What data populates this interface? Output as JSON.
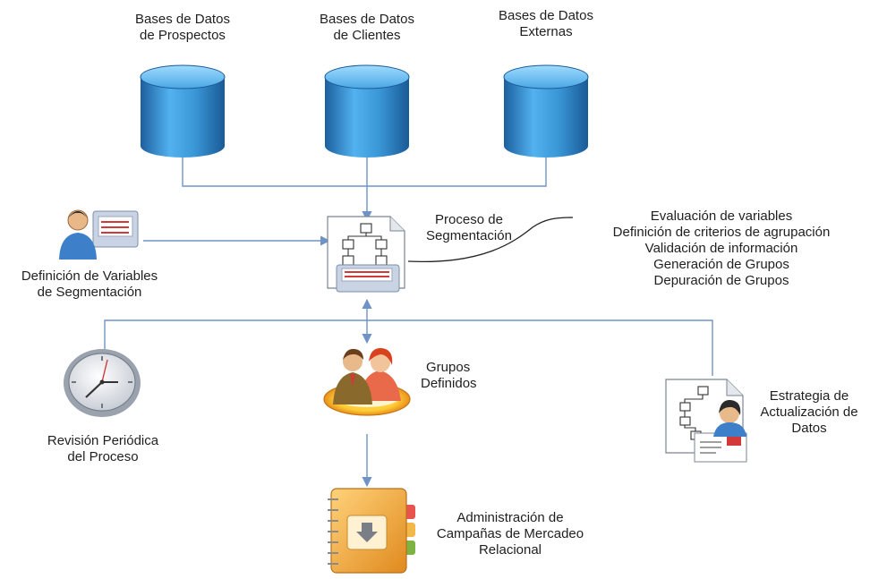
{
  "databases": [
    {
      "line1": "Bases de Datos",
      "line2": "de Prospectos"
    },
    {
      "line1": "Bases de Datos",
      "line2": "de Clientes"
    },
    {
      "line1": "Bases de Datos",
      "line2": "Externas"
    }
  ],
  "process": {
    "line1": "Proceso de",
    "line2": "Segmentación"
  },
  "steps": [
    "Evaluación de variables",
    "Definición de criterios de agrupación",
    "Validación de información",
    "Generación de Grupos",
    "Depuración de Grupos"
  ],
  "variables": {
    "line1": "Definición de Variables",
    "line2": "de Segmentación"
  },
  "groups": {
    "line1": "Grupos",
    "line2": "Definidos"
  },
  "review": {
    "line1": "Revisión Periódica",
    "line2": "del Proceso"
  },
  "strategy": {
    "line1": "Estrategia de",
    "line2": "Actualización de",
    "line3": "Datos"
  },
  "campaigns": {
    "line1": "Administración de",
    "line2": "Campañas de Mercadeo",
    "line3": "Relacional"
  },
  "colors": {
    "connector": "#6f93c6",
    "cylinder": "#2f86c8",
    "folder": "#f1a43a"
  }
}
